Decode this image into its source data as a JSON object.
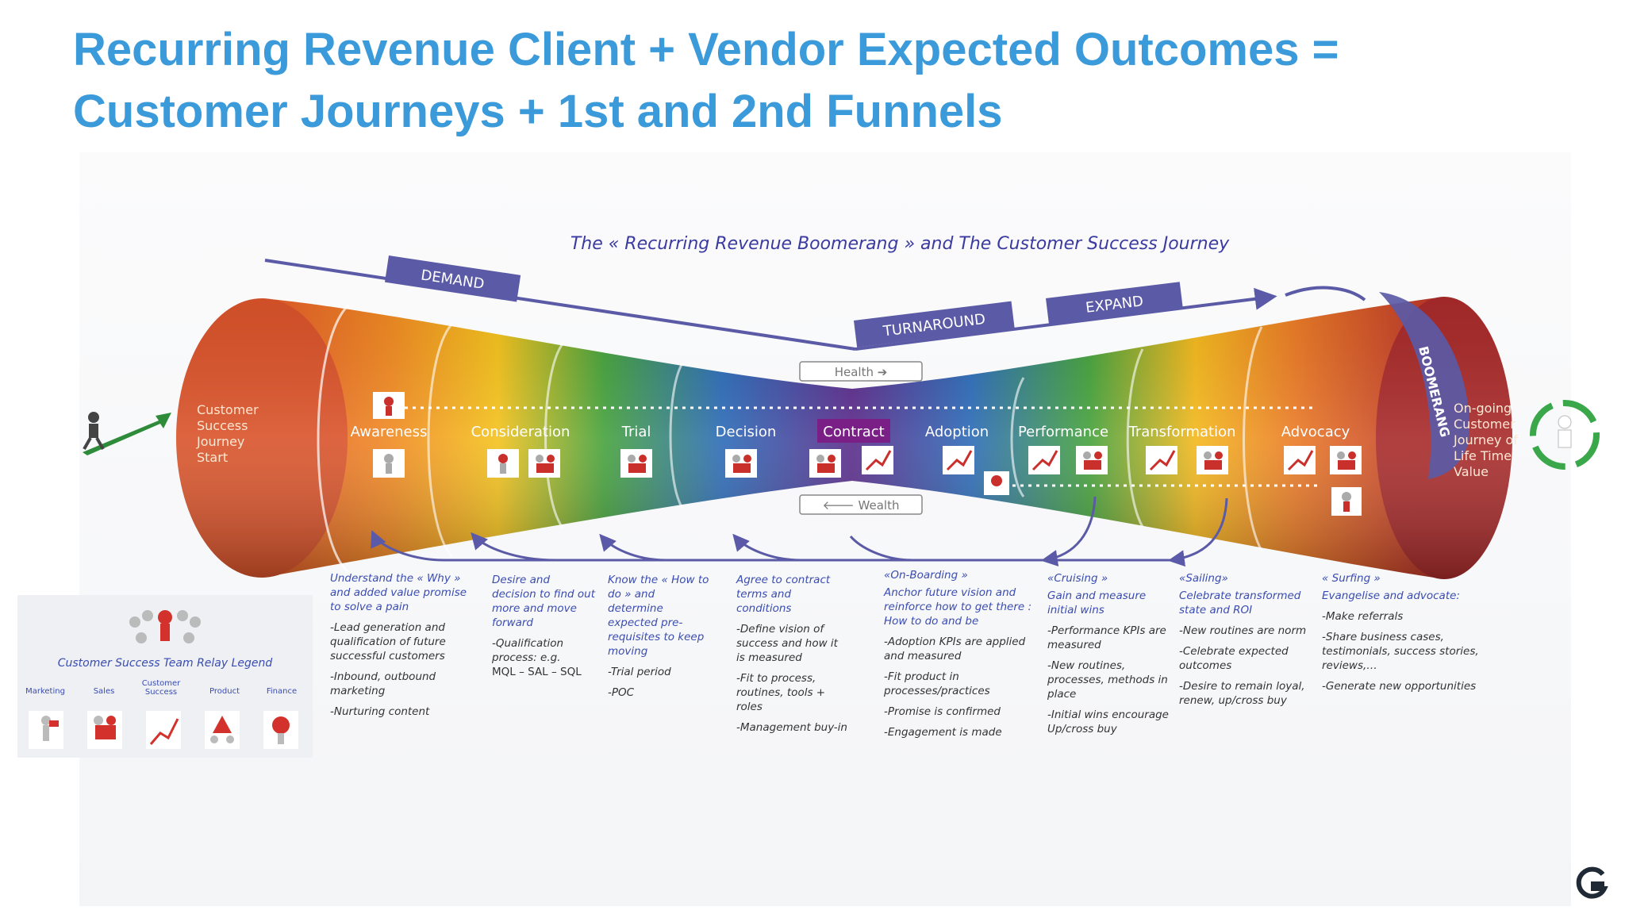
{
  "title": {
    "line1": "Recurring Revenue Client + Vendor Expected Outcomes =",
    "line2": "Customer Journeys + 1st and 2nd Funnels"
  },
  "diagram": {
    "subtitle": "The « Recurring Revenue Boomerang » and The Customer Success Journey",
    "banners": {
      "demand": "DEMAND",
      "turnaround": "TURNAROUND",
      "expand": "EXPAND",
      "boomerang": "BOOMERANG"
    },
    "health_label": "Health ➔",
    "wealth_label": "🡐 Wealth",
    "start_label": [
      "Customer",
      "Success",
      "Journey",
      "Start"
    ],
    "end_label": [
      "On-going",
      "Customer",
      "Journey of",
      "Life Time",
      "Value"
    ],
    "stages": [
      {
        "label": "Awareness",
        "color": "#e8902a"
      },
      {
        "label": "Consideration",
        "color": "#e9b520"
      },
      {
        "label": "Trial",
        "color": "#4aa03e"
      },
      {
        "label": "Decision",
        "color": "#2f6fb5"
      },
      {
        "label": "Contract",
        "color": "#6a2a86"
      },
      {
        "label": "Adoption",
        "color": "#2f6fb5"
      },
      {
        "label": "Performance",
        "color": "#4aa03e"
      },
      {
        "label": "Transformation",
        "color": "#e9b520"
      },
      {
        "label": "Advocacy",
        "color": "#d7642a"
      }
    ],
    "icons": {
      "person": "person-icon",
      "team": "team-handshake-icon",
      "chart": "growth-chart-icon",
      "runner_start": "runner-start-icon",
      "runner_end": "runner-cycle-icon"
    }
  },
  "legend": {
    "title": "Customer Success Team Relay Legend",
    "roles": [
      "Marketing",
      "Sales",
      "Customer Success",
      "Product",
      "Finance"
    ]
  },
  "columns": {
    "awareness": {
      "lead": "Understand the « Why » and added value promise to solve a pain",
      "items": [
        "-Lead generation and qualification of future successful customers",
        "-Inbound, outbound marketing",
        "-Nurturing content"
      ]
    },
    "consideration": {
      "lead": "Desire and decision to find out more and move forward",
      "items": [
        "-Qualification process: e.g.",
        "MQL – SAL – SQL"
      ]
    },
    "trial": {
      "lead": "Know the « How to do » and determine expected pre-requisites to keep moving",
      "items": [
        "-Trial period",
        "-POC"
      ]
    },
    "decision": {
      "lead": "Agree to contract terms and conditions",
      "items": [
        "-Define vision of success and how it is measured",
        "-Fit to process, routines, tools + roles",
        "-Management buy-in"
      ]
    },
    "onboarding": {
      "head": "«On-Boarding »",
      "lead": "Anchor future vision and reinforce how to get there : How to do and be",
      "items": [
        "-Adoption KPIs are applied and measured",
        "-Fit product in processes/practices",
        "-Promise is confirmed",
        "-Engagement is made"
      ]
    },
    "cruising": {
      "head": "«Cruising »",
      "lead": "Gain and measure initial wins",
      "items": [
        " -Performance KPIs are measured",
        "-New routines, processes, methods in place",
        "-Initial wins encourage Up/cross buy"
      ]
    },
    "sailing": {
      "head": "«Sailing»",
      "lead": "Celebrate transformed state and ROI",
      "items": [
        "-New routines are norm",
        "-Celebrate expected outcomes",
        "-Desire to remain loyal, renew, up/cross buy"
      ]
    },
    "surfing": {
      "head": "« Surfing »",
      "lead": "Evangelise and advocate:",
      "items": [
        "-Make referrals",
        "-Share business cases, testimonials, success stories, reviews,…",
        "-Generate new opportunities"
      ]
    }
  },
  "brand": {
    "logo_icon": "g-logo-icon",
    "color": "#1f2a36"
  }
}
